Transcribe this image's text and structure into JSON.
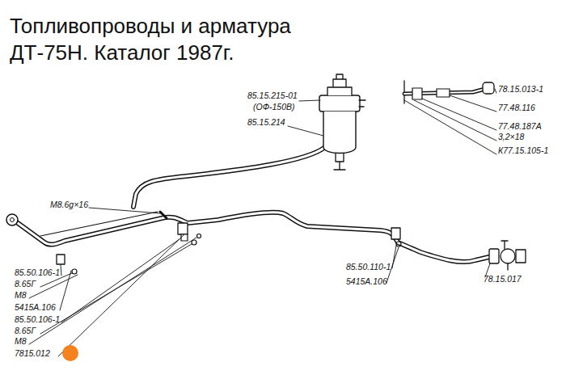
{
  "diagram": {
    "title": "Топливопроводы и арматура ДТ-75Н. Каталог 1987г.",
    "labels": [
      "85.15.215-01",
      "(ОФ-150В)",
      "85.15.214",
      "78.15.013-1",
      "77.48.116",
      "77.48.187А",
      "3,2×18",
      "К77.15.105-1",
      "М8.6g×16",
      "85.50.106-1",
      "8.65Г",
      "М8",
      "5415А.106",
      "85.50.106-1",
      "8.65Г",
      "М8",
      "7815.012",
      "85.50.110-1",
      "5415А.106",
      "78.15.017"
    ]
  }
}
